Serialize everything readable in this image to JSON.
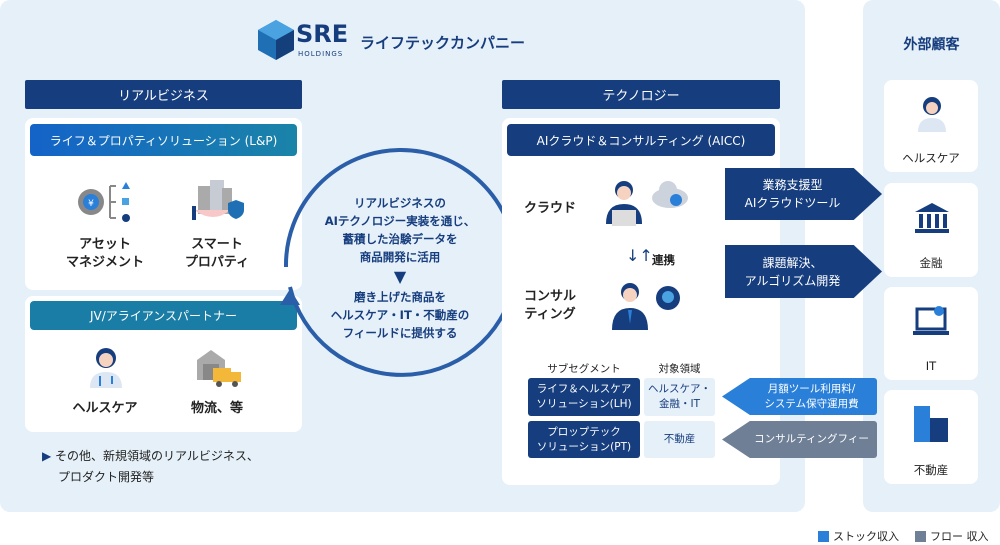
{
  "logo": {
    "mark": "SRE",
    "sub": "HOLDINGS"
  },
  "company": "ライフテックカンパニー",
  "real": {
    "title": "リアルビジネス",
    "lp": {
      "title": "ライフ＆プロパティソリューション (L&P)",
      "items": [
        [
          "アセット",
          "マネジメント"
        ],
        [
          "スマート",
          "プロパティ"
        ]
      ]
    },
    "jv": {
      "title": "JV/アライアンスパートナー",
      "items": [
        "ヘルスケア",
        "物流、等"
      ]
    },
    "other": [
      "その他、新規領域のリアルビジネス、",
      "プロダクト開発等"
    ]
  },
  "center": {
    "top": [
      "リアルビジネスの",
      "AIテクノロジー実装を通じ、",
      "蓄積した治験データを",
      "商品開発に活用"
    ],
    "bottom": [
      "磨き上げた商品を",
      "ヘルスケア・IT・不動産の",
      "フィールドに提供する"
    ]
  },
  "tech": {
    "title": "テクノロジー",
    "aicc": "AIクラウド＆コンサルティング (AICC)",
    "cloud": "クラウド",
    "consult": [
      "コンサル",
      "ティング"
    ],
    "link": "連携",
    "table": {
      "headers": [
        "サブセグメント",
        "対象領域"
      ],
      "rows": [
        [
          [
            "ライフ＆ヘルスケア",
            "ソリューション(LH)"
          ],
          [
            "ヘルスケア・",
            "金融・IT"
          ]
        ],
        [
          [
            "プロップテック",
            "ソリューション(PT)"
          ],
          [
            "不動産"
          ]
        ]
      ]
    }
  },
  "arrows": {
    "out": [
      [
        "業務支援型",
        "AIクラウドツール"
      ],
      [
        "課題解決、",
        "アルゴリズム開発"
      ]
    ],
    "in": [
      [
        "月額ツール利用料/",
        "システム保守運用費"
      ],
      [
        "コンサルティングフィー"
      ]
    ]
  },
  "external": {
    "title": "外部顧客",
    "items": [
      "ヘルスケア",
      "金融",
      "IT",
      "不動産"
    ]
  },
  "legend": {
    "stock": "ストック収入",
    "flow": "フロー 収入"
  },
  "colors": {
    "navy": "#163d7d",
    "stock": "#2a7fd9",
    "flow": "#6f7f96"
  }
}
